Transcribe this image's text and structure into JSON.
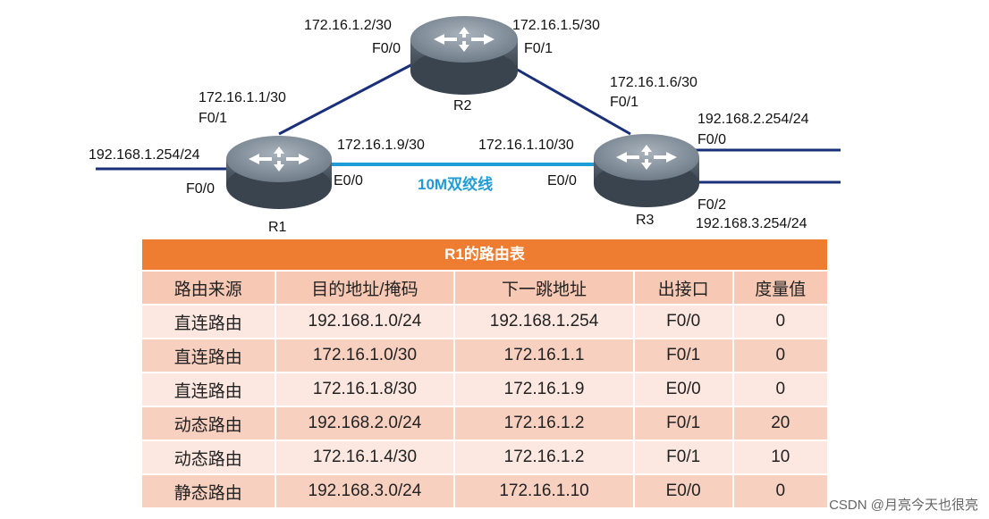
{
  "routers": {
    "r1": "R1",
    "r2": "R2",
    "r3": "R3"
  },
  "labels": {
    "r2_f00_ip": "172.16.1.2/30",
    "r2_f00_port": "F0/0",
    "r2_f01_ip": "172.16.1.5/30",
    "r2_f01_port": "F0/1",
    "r1_f01_ip": "172.16.1.1/30",
    "r1_f01_port": "F0/1",
    "r3_f01_ip": "172.16.1.6/30",
    "r3_f01_port": "F0/1",
    "r3_f00_ip": "192.168.2.254/24",
    "r3_f00_port": "F0/0",
    "r1_f00_ip": "192.168.1.254/24",
    "r1_f00_port": "F0/0",
    "r1_e00_ip": "172.16.1.9/30",
    "r1_e00_port": "E0/0",
    "r3_e00_ip": "172.16.1.10/30",
    "r3_e00_port": "E0/0",
    "r3_f02_port": "F0/2",
    "r3_f02_ip": "192.168.3.254/24",
    "link_10m": "10M双绞线"
  },
  "colors": {
    "link_blue": "#1a2f7a",
    "highlight_link": "#1f9bd6",
    "table_header": "#ee7d31"
  },
  "table": {
    "title": "R1的路由表",
    "columns": [
      "路由来源",
      "目的地址/掩码",
      "下一跳地址",
      "出接口",
      "度量值"
    ],
    "rows": [
      [
        "直连路由",
        "192.168.1.0/24",
        "192.168.1.254",
        "F0/0",
        "0"
      ],
      [
        "直连路由",
        "172.16.1.0/30",
        "172.16.1.1",
        "F0/1",
        "0"
      ],
      [
        "直连路由",
        "172.16.1.8/30",
        "172.16.1.9",
        "E0/0",
        "0"
      ],
      [
        "动态路由",
        "192.168.2.0/24",
        "172.16.1.2",
        "F0/1",
        "20"
      ],
      [
        "动态路由",
        "172.16.1.4/30",
        "172.16.1.2",
        "F0/1",
        "10"
      ],
      [
        "静态路由",
        "192.168.3.0/24",
        "172.16.1.10",
        "E0/0",
        "0"
      ]
    ]
  },
  "watermark": "CSDN @月亮今天也很亮"
}
